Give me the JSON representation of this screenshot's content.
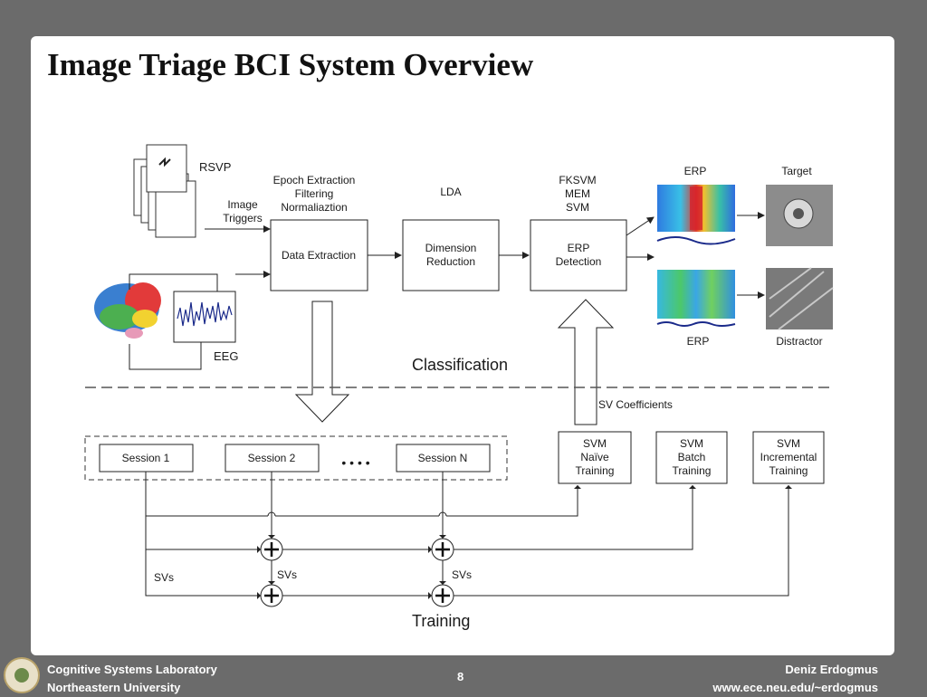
{
  "slide": {
    "title": "Image Triage BCI System Overview"
  },
  "diagram": {
    "labels": {
      "rsvp": "RSVP",
      "image_triggers_1": "Image",
      "image_triggers_2": "Triggers",
      "eeg": "EEG",
      "epoch_1": "Epoch Extraction",
      "epoch_2": "Filtering",
      "epoch_3": "Normaliaztion",
      "lda": "LDA",
      "fksvm_1": "FKSVM",
      "fksvm_2": "MEM",
      "fksvm_3": "SVM",
      "erp_top": "ERP",
      "target": "Target",
      "erp_bottom": "ERP",
      "distractor": "Distractor",
      "classification": "Classification",
      "sv_coefficients": "SV Coefficients",
      "training": "Training",
      "svs_left": "SVs",
      "svs_mid": "SVs",
      "svs_right": "SVs",
      "dots": "• • • •"
    },
    "boxes": {
      "data_extraction": "Data Extraction",
      "dimension_reduction_1": "Dimension",
      "dimension_reduction_2": "Reduction",
      "erp_detection_1": "ERP",
      "erp_detection_2": "Detection",
      "session_1": "Session 1",
      "session_2": "Session 2",
      "session_n": "Session N",
      "svm_naive_1": "SVM",
      "svm_naive_2": "Naïve",
      "svm_naive_3": "Training",
      "svm_batch_1": "SVM",
      "svm_batch_2": "Batch",
      "svm_batch_3": "Training",
      "svm_incr_1": "SVM",
      "svm_incr_2": "Incremental",
      "svm_incr_3": "Training"
    }
  },
  "footer": {
    "lab": "Cognitive Systems Laboratory",
    "university": "Northeastern University",
    "page": "8",
    "author": "Deniz Erdogmus",
    "url": "www.ece.neu.edu/~erdogmus"
  }
}
